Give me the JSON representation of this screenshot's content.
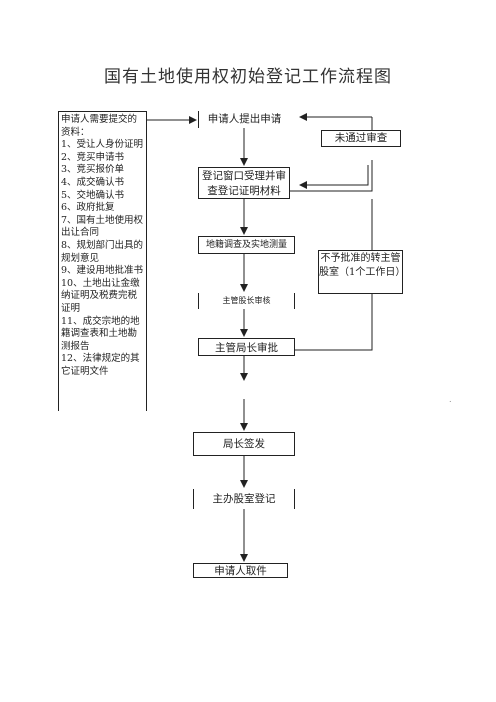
{
  "title": "国有土地使用权初始登记工作流程图",
  "requirements": {
    "heading": "申请人需要提交的资料：",
    "items": [
      "1、受让人身份证明",
      "2、竞买申请书",
      "3、竞买报价单",
      "4、成交确认书",
      "5、交地确认书",
      "6、政府批复",
      "7、国有土地使用权出让合同",
      "8、规划部门出具的规划意见",
      "9、建设用地批准书",
      "10、土地出让金缴纳证明及税费完税证明",
      "11、成交宗地的地籍调查表和土地勘测报告",
      "12、法律规定的其它证明文件"
    ]
  },
  "steps": {
    "apply": "申请人提出申请",
    "window": "登记窗口受理并审查登记证明材料",
    "survey": "地籍调查及实地测量",
    "section_chief": "主管股长审核",
    "deputy_director": "主管局长审批",
    "director": "局长签发",
    "registration": "主办股室登记",
    "pickup": "申请人取件"
  },
  "side": {
    "not_passed": "未通过审查",
    "not_approved": "不予批准的转主管股室（1个工作日）"
  },
  "marks": {
    "stray_dot": "."
  }
}
